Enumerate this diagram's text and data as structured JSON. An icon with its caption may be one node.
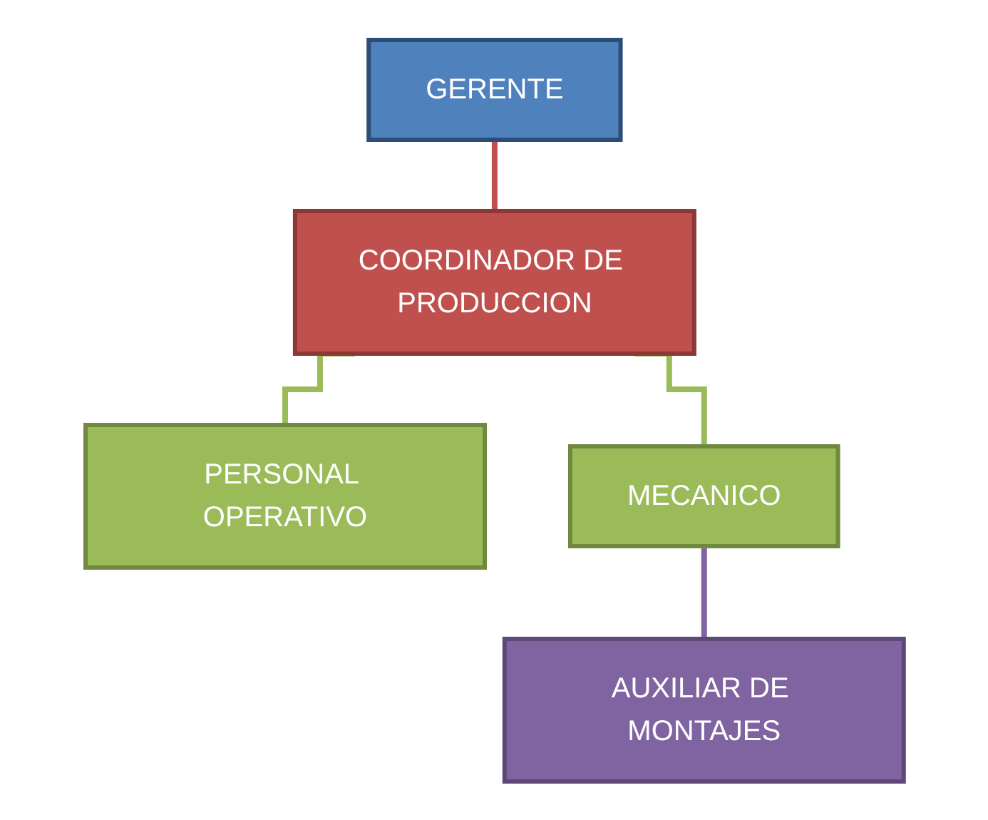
{
  "diagram": {
    "nodes": [
      {
        "text": [
          "GERENTE"
        ]
      },
      {
        "text": [
          "COORDINADOR DE PRODUCCION"
        ]
      },
      {
        "text": [
          "PERSONAL OPERATIVO"
        ]
      },
      {
        "text": [
          "MECANICO"
        ]
      },
      {
        "text": [
          "AUXILIAR DE MONTAJES"
        ]
      }
    ],
    "edges": [
      {
        "from": 0,
        "to": 1,
        "arrow": "none",
        "color": "#c0504d"
      },
      {
        "from": 1,
        "to": 2,
        "arrow": "none"
      },
      {
        "from": 1,
        "to": 3,
        "arrow": "none"
      },
      {
        "from": 3,
        "to": 4,
        "arrow": "none",
        "color": "#8064a2"
      }
    ]
  }
}
